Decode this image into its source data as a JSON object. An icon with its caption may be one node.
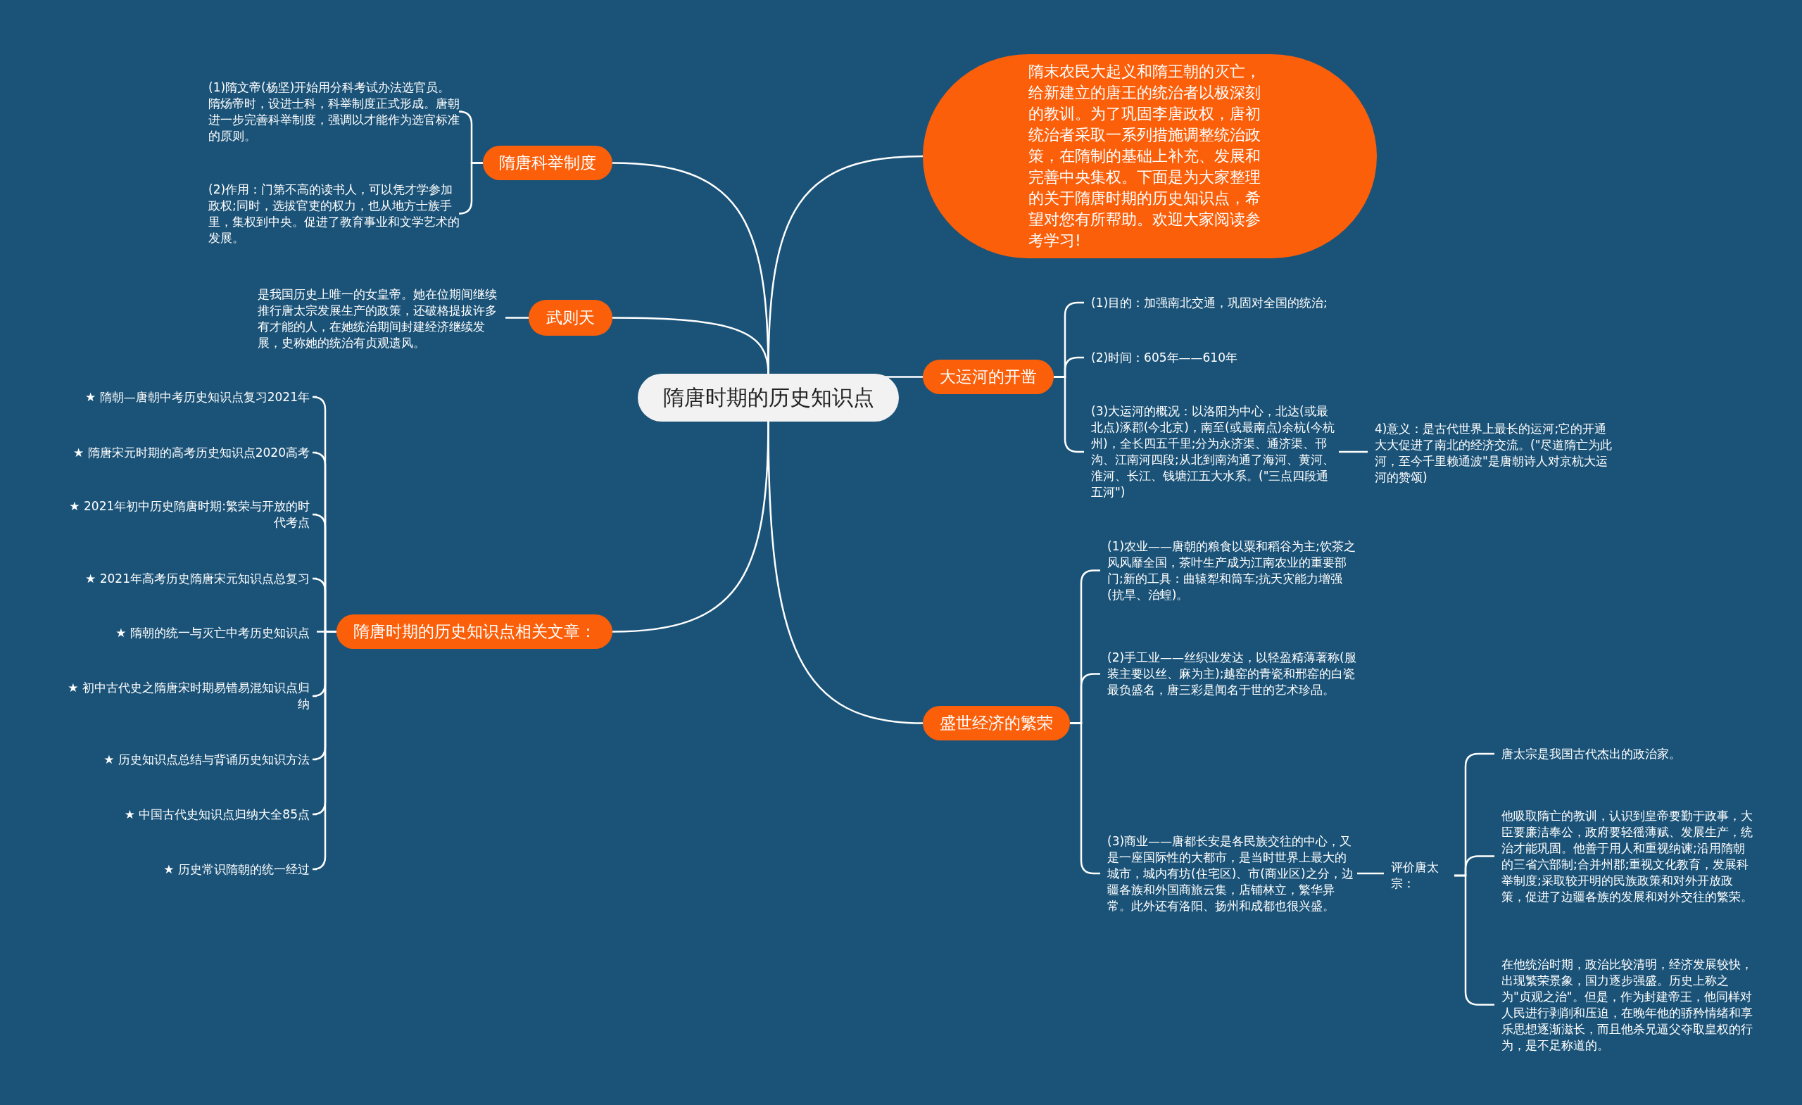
{
  "diagram": {
    "nodes": [
      {
        "text": [
          "隋唐时期的历史知识点"
        ]
      },
      {
        "text": [
          "隋末农民大起义和隋王朝的灭亡，给新建立的唐王的统治者以极深刻的教训。为了巩固李唐政权，唐初统治者采取一系列措施调整统治政策，在隋制的基础上补充、发展和完善中央集权。下面是为大家整理的关于隋唐时期的历史知识点，希望对您有所帮助。欢迎大家阅读参考学习!"
        ]
      },
      {
        "text": [
          "隋唐科举制度"
        ]
      },
      {
        "text": [
          "(1)隋文帝(杨坚)开始用分科考试办法选官员。隋炀帝时，设进士科，科举制度正式形成。唐朝进一步完善科举制度，强调以才能作为选官标准的原则。"
        ]
      },
      {
        "text": [
          "(2)作用：门第不高的读书人，可以凭才学参加政权;同时，选拔官吏的权力，也从地方士族手里，集权到中央。促进了教育事业和文学艺术的发展。"
        ]
      },
      {
        "text": [
          "武则天"
        ]
      },
      {
        "text": [
          "是我国历史上唯一的女皇帝。她在位期间继续推行唐太宗发展生产的政策，还破格提拔许多有才能的人，在她统治期间封建经济继续发展，史称她的统治有贞观遗风。"
        ]
      },
      {
        "text": [
          "隋唐时期的历史知识点相关文章："
        ]
      },
      {
        "text": [
          "★ 隋朝—唐朝中考历史知识点复习2021年"
        ]
      },
      {
        "text": [
          "★ 隋唐宋元时期的高考历史知识点2020高考"
        ]
      },
      {
        "text": [
          "★ 2021年初中历史隋唐时期:繁荣与开放的时代考点"
        ]
      },
      {
        "text": [
          "★ 2021年高考历史隋唐宋元知识点总复习"
        ]
      },
      {
        "text": [
          "★ 隋朝的统一与灭亡中考历史知识点"
        ]
      },
      {
        "text": [
          "★ 初中古代史之隋唐宋时期易错易混知识点归纳"
        ]
      },
      {
        "text": [
          "★ 历史知识点总结与背诵历史知识方法"
        ]
      },
      {
        "text": [
          "★ 中国古代史知识点归纳大全85点"
        ]
      },
      {
        "text": [
          "★ 历史常识隋朝的统一经过"
        ]
      },
      {
        "text": [
          "大运河的开凿"
        ]
      },
      {
        "text": [
          "(1)目的：加强南北交通，巩固对全国的统治;"
        ]
      },
      {
        "text": [
          "(2)时间：605年——610年"
        ]
      },
      {
        "text": [
          "(3)大运河的概况：以洛阳为中心，北达(或最北点)涿郡(今北京)，南至(或最南点)余杭(今杭州)，全长四五千里;分为永济渠、通济渠、邗沟、江南河四段;从北到南沟通了海河、黄河、淮河、长江、钱塘江五大水系。(\"三点四段通五河\")"
        ]
      },
      {
        "text": [
          "4)意义：是古代世界上最长的运河;它的开通大大促进了南北的经济交流。(\"尽道隋亡为此河，至今千里赖通波\"是唐朝诗人对京杭大运河的赞颂)"
        ]
      },
      {
        "text": [
          "盛世经济的繁荣"
        ]
      },
      {
        "text": [
          "(1)农业——唐朝的粮食以粟和稻谷为主;饮茶之风风靡全国，茶叶生产成为江南农业的重要部门;新的工具：曲辕犁和筒车;抗天灾能力增强(抗旱、治蝗)。"
        ]
      },
      {
        "text": [
          "(2)手工业——丝织业发达，以轻盈精薄著称(服装主要以丝、麻为主);越窑的青瓷和邢窑的白瓷最负盛名，唐三彩是闻名于世的艺术珍品。"
        ]
      },
      {
        "text": [
          "(3)商业——唐都长安是各民族交往的中心，又是一座国际性的大都市，是当时世界上最大的城市，城内有坊(住宅区)、市(商业区)之分，边疆各族和外国商旅云集，店铺林立，繁华异常。此外还有洛阳、扬州和成都也很兴盛。"
        ]
      },
      {
        "text": [
          "评价唐太宗："
        ]
      },
      {
        "text": [
          "唐太宗是我国古代杰出的政治家。"
        ]
      },
      {
        "text": [
          "他吸取隋亡的教训，认识到皇帝要勤于政事，大臣要廉洁奉公，政府要轻徭薄赋、发展生产，统治才能巩固。他善于用人和重视纳谏;沿用隋朝的三省六部制;合并州郡;重视文化教育，发展科举制度;采取较开明的民族政策和对外开放政策，促进了边疆各族的发展和对外交往的繁荣。"
        ]
      },
      {
        "text": [
          "在他统治时期，政治比较清明，经济发展较快，出现繁荣景象，国力逐步强盛。历史上称之为\"贞观之治\"。但是，作为封建帝王，他同样对人民进行剥削和压迫，在晚年他的骄矜情绪和享乐思想逐渐滋长，而且他杀兄逼父夺取皇权的行为，是不足称道的。"
        ]
      }
    ],
    "edges": [
      {
        "from": 0,
        "to": 1,
        "arrow": "none"
      },
      {
        "from": 0,
        "to": 2,
        "arrow": "none"
      },
      {
        "from": 0,
        "to": 5,
        "arrow": "none"
      },
      {
        "from": 0,
        "to": 7,
        "arrow": "none"
      },
      {
        "from": 0,
        "to": 17,
        "arrow": "none"
      },
      {
        "from": 0,
        "to": 22,
        "arrow": "none"
      },
      {
        "from": 2,
        "to": 3,
        "arrow": "none"
      },
      {
        "from": 2,
        "to": 4,
        "arrow": "none"
      },
      {
        "from": 5,
        "to": 6,
        "arrow": "none"
      },
      {
        "from": 7,
        "to": 8,
        "arrow": "none"
      },
      {
        "from": 7,
        "to": 9,
        "arrow": "none"
      },
      {
        "from": 7,
        "to": 10,
        "arrow": "none"
      },
      {
        "from": 7,
        "to": 11,
        "arrow": "none"
      },
      {
        "from": 7,
        "to": 12,
        "arrow": "none"
      },
      {
        "from": 7,
        "to": 13,
        "arrow": "none"
      },
      {
        "from": 7,
        "to": 14,
        "arrow": "none"
      },
      {
        "from": 7,
        "to": 15,
        "arrow": "none"
      },
      {
        "from": 7,
        "to": 16,
        "arrow": "none"
      },
      {
        "from": 17,
        "to": 18,
        "arrow": "none"
      },
      {
        "from": 17,
        "to": 19,
        "arrow": "none"
      },
      {
        "from": 17,
        "to": 20,
        "arrow": "none"
      },
      {
        "from": 20,
        "to": 21,
        "arrow": "none"
      },
      {
        "from": 22,
        "to": 23,
        "arrow": "none"
      },
      {
        "from": 22,
        "to": 24,
        "arrow": "none"
      },
      {
        "from": 22,
        "to": 25,
        "arrow": "none"
      },
      {
        "from": 25,
        "to": 26,
        "arrow": "none"
      },
      {
        "from": 26,
        "to": 27,
        "arrow": "none"
      },
      {
        "from": 26,
        "to": 28,
        "arrow": "none"
      },
      {
        "from": 26,
        "to": 29,
        "arrow": "none"
      }
    ]
  }
}
